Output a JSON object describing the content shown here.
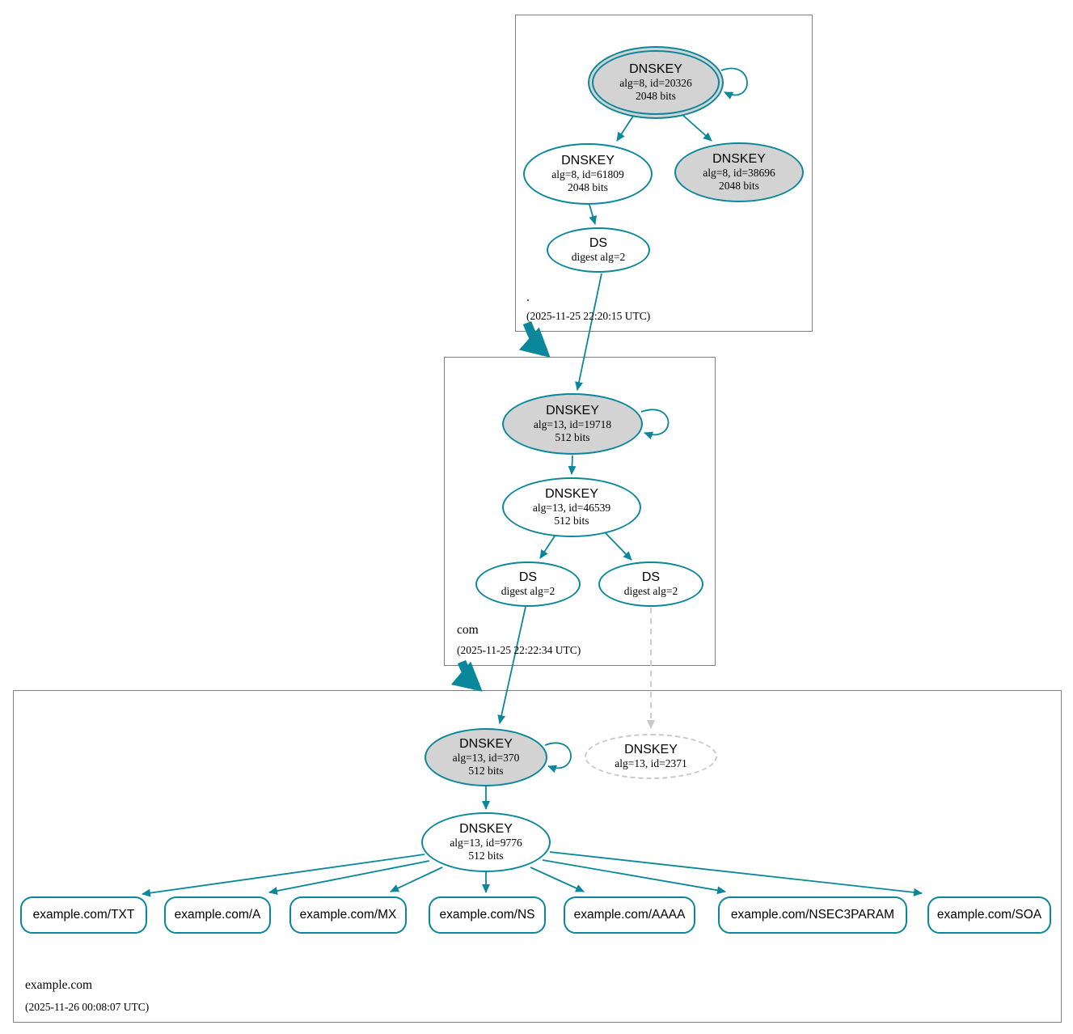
{
  "colors": {
    "secure_edge": "#0a879a",
    "ksk_fill": "#d3d3d3",
    "insecure_gray": "#c9c9c9",
    "zone_border": "#7f7f7f"
  },
  "zones": {
    "root": {
      "label": ".",
      "timestamp": "(2025-11-25 22:20:15 UTC)",
      "ksk": {
        "title": "DNSKEY",
        "meta": "alg=8, id=20326",
        "bits": "2048 bits"
      },
      "zsk": {
        "title": "DNSKEY",
        "meta": "alg=8, id=61809",
        "bits": "2048 bits"
      },
      "key2": {
        "title": "DNSKEY",
        "meta": "alg=8, id=38696",
        "bits": "2048 bits"
      },
      "ds": {
        "title": "DS",
        "meta": "digest alg=2"
      }
    },
    "com": {
      "label": "com",
      "timestamp": "(2025-11-25 22:22:34 UTC)",
      "ksk": {
        "title": "DNSKEY",
        "meta": "alg=13, id=19718",
        "bits": "512 bits"
      },
      "zsk": {
        "title": "DNSKEY",
        "meta": "alg=13, id=46539",
        "bits": "512 bits"
      },
      "ds1": {
        "title": "DS",
        "meta": "digest alg=2"
      },
      "ds2": {
        "title": "DS",
        "meta": "digest alg=2"
      }
    },
    "example": {
      "label": "example.com",
      "timestamp": "(2025-11-26 00:08:07 UTC)",
      "ksk": {
        "title": "DNSKEY",
        "meta": "alg=13, id=370",
        "bits": "512 bits"
      },
      "missing_key": {
        "title": "DNSKEY",
        "meta": "alg=13, id=2371"
      },
      "zsk": {
        "title": "DNSKEY",
        "meta": "alg=13, id=9776",
        "bits": "512 bits"
      },
      "rrsets": [
        {
          "label": "example.com/TXT"
        },
        {
          "label": "example.com/A"
        },
        {
          "label": "example.com/MX"
        },
        {
          "label": "example.com/NS"
        },
        {
          "label": "example.com/AAAA"
        },
        {
          "label": "example.com/NSEC3PARAM"
        },
        {
          "label": "example.com/SOA"
        }
      ]
    }
  },
  "edges": [
    {
      "from": "root DNSKEY id=20326",
      "to": "root DNSKEY id=20326",
      "type": "self-sign"
    },
    {
      "from": "root DNSKEY id=20326",
      "to": "root DNSKEY id=61809",
      "type": "sign"
    },
    {
      "from": "root DNSKEY id=20326",
      "to": "root DNSKEY id=38696",
      "type": "sign"
    },
    {
      "from": "root DNSKEY id=61809",
      "to": "root DS digest alg=2",
      "type": "sign"
    },
    {
      "from": "root DS digest alg=2",
      "to": "com DNSKEY id=19718",
      "type": "delegation-secure"
    },
    {
      "from": "com DNSKEY id=19718",
      "to": "com DNSKEY id=19718",
      "type": "self-sign"
    },
    {
      "from": "com DNSKEY id=19718",
      "to": "com DNSKEY id=46539",
      "type": "sign"
    },
    {
      "from": "com DNSKEY id=46539",
      "to": "com DS 1",
      "type": "sign"
    },
    {
      "from": "com DNSKEY id=46539",
      "to": "com DS 2",
      "type": "sign"
    },
    {
      "from": "com DS 1",
      "to": "example.com DNSKEY id=370",
      "type": "delegation-secure"
    },
    {
      "from": "com DS 2",
      "to": "example.com DNSKEY id=2371",
      "type": "delegation-missing-key"
    },
    {
      "from": "example.com DNSKEY id=370",
      "to": "example.com DNSKEY id=370",
      "type": "self-sign"
    },
    {
      "from": "example.com DNSKEY id=370",
      "to": "example.com DNSKEY id=9776",
      "type": "sign"
    },
    {
      "from": "example.com DNSKEY id=9776",
      "to": "example.com/TXT",
      "type": "sign"
    },
    {
      "from": "example.com DNSKEY id=9776",
      "to": "example.com/A",
      "type": "sign"
    },
    {
      "from": "example.com DNSKEY id=9776",
      "to": "example.com/MX",
      "type": "sign"
    },
    {
      "from": "example.com DNSKEY id=9776",
      "to": "example.com/NS",
      "type": "sign"
    },
    {
      "from": "example.com DNSKEY id=9776",
      "to": "example.com/AAAA",
      "type": "sign"
    },
    {
      "from": "example.com DNSKEY id=9776",
      "to": "example.com/NSEC3PARAM",
      "type": "sign"
    },
    {
      "from": "example.com DNSKEY id=9776",
      "to": "example.com/SOA",
      "type": "sign"
    }
  ]
}
